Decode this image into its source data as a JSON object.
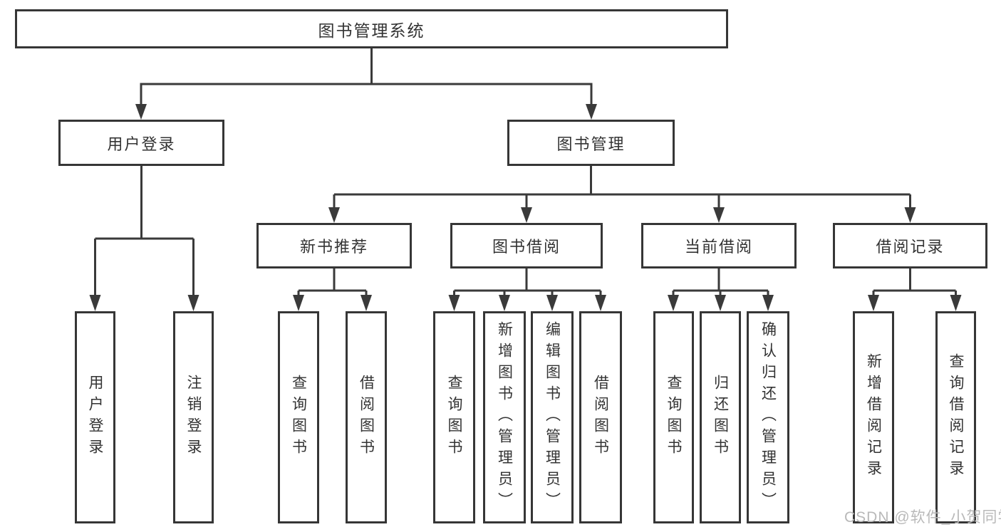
{
  "diagram": {
    "root": "图书管理系统",
    "children": [
      {
        "label": "用户登录",
        "children": [
          {
            "label": "用户登录"
          },
          {
            "label": "注销登录"
          }
        ]
      },
      {
        "label": "图书管理",
        "children": [
          {
            "label": "新书推荐",
            "children": [
              {
                "label": "查询图书"
              },
              {
                "label": "借阅图书"
              }
            ]
          },
          {
            "label": "图书借阅",
            "children": [
              {
                "label": "查询图书"
              },
              {
                "label": "新增图书（管理员）"
              },
              {
                "label": "编辑图书（管理员）"
              },
              {
                "label": "借阅图书"
              }
            ]
          },
          {
            "label": "当前借阅",
            "children": [
              {
                "label": "查询图书"
              },
              {
                "label": "归还图书"
              },
              {
                "label": "确认归还（管理员）"
              }
            ]
          },
          {
            "label": "借阅记录",
            "children": [
              {
                "label": "新增借阅记录"
              },
              {
                "label": "查询借阅记录"
              }
            ]
          }
        ]
      }
    ]
  },
  "watermark": "CSDN @软件_小贺同学",
  "colors": {
    "line": "#3a3a3a",
    "box_border": "#363636",
    "text": "#333333",
    "background": "#ffffff",
    "watermark": "#b9b9b9"
  }
}
